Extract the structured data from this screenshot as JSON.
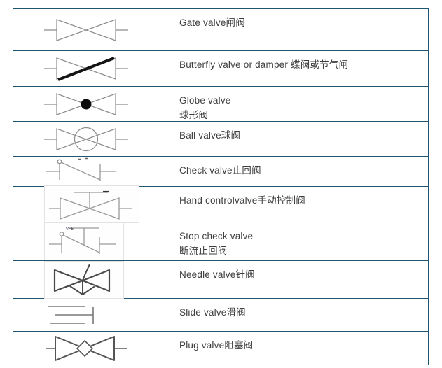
{
  "table": {
    "colors": {
      "border": "#1e5672",
      "text": "#3d3d3d",
      "symbol_light": "#8c8c8c",
      "symbol_dark": "#4a4a4a",
      "symbol_black": "#141414"
    },
    "annotations": {
      "stop_check_tiny_label": "V=5"
    },
    "rows": [
      {
        "symbol": "gate-valve-symbol",
        "label_lines": [
          "Gate valve闸阀"
        ]
      },
      {
        "symbol": "butterfly-valve-symbol",
        "label_lines": [
          "Butterfly valve or damper 蝶阀或节气闸"
        ]
      },
      {
        "symbol": "globe-valve-symbol",
        "label_lines": [
          "Globe valve",
          "球形阀"
        ]
      },
      {
        "symbol": "ball-valve-symbol",
        "label_lines": [
          "Ball valve球阀"
        ]
      },
      {
        "symbol": "check-valve-symbol",
        "label_lines": [
          "Check valve止回阀"
        ]
      },
      {
        "symbol": "hand-control-valve-symbol",
        "label_lines": [
          "Hand controlvalve手动控制阀"
        ]
      },
      {
        "symbol": "stop-check-valve-symbol",
        "label_lines": [
          "Stop check valve",
          "断流止回阀"
        ]
      },
      {
        "symbol": "needle-valve-symbol",
        "label_lines": [
          "Needle valve针阀"
        ]
      },
      {
        "symbol": "slide-valve-symbol",
        "label_lines": [
          "Slide valve滑阀"
        ]
      },
      {
        "symbol": "plug-valve-symbol",
        "label_lines": [
          "Plug valve阻塞阀"
        ]
      }
    ]
  }
}
